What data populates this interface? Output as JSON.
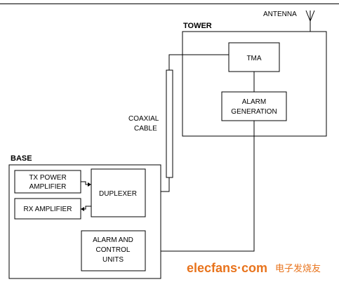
{
  "labels": {
    "antenna": "ANTENNA",
    "tower": "TOWER",
    "tma": "TMA",
    "alarm_generation": [
      "ALARM",
      "GENERATION"
    ],
    "coaxial_cable": [
      "COAXIAL",
      "CABLE"
    ],
    "base": "BASE",
    "tx_power_amplifier": [
      "TX POWER",
      "AMPLIFIER"
    ],
    "rx_amplifier": "RX AMPLIFIER",
    "duplexer": "DUPLEXER",
    "alarm_control_units": [
      "ALARM AND",
      "CONTROL",
      "UNITS"
    ]
  },
  "watermark": {
    "brand": "elecfans·com",
    "chinese": "电子发烧友"
  },
  "colors": {
    "lines": "#000000",
    "watermark": "#e8731c"
  }
}
